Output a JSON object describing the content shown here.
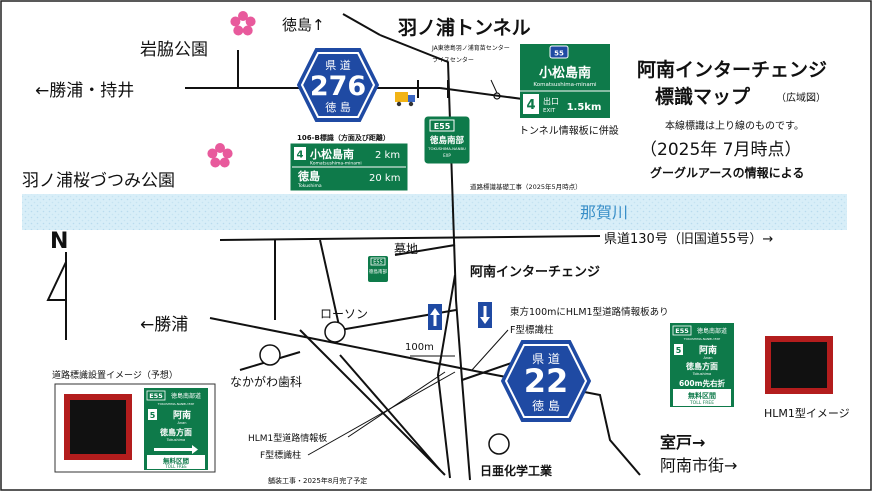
{
  "title": {
    "line1": "阿南インターチェンジ",
    "line2": "標識マップ",
    "line2_small": "（広域図）",
    "note": "本線標識は上り線のものです。",
    "date": "（2025年 7月時点）",
    "source": "グーグルアースの情報による"
  },
  "places": {
    "iwawaki": "岩脇公園",
    "katsuura_mochii": "←勝浦・持井",
    "tokushima_up": "徳島↑",
    "tunnel": "羽ノ浦トンネル",
    "tunnel_center": "JA東徳島羽ノ浦育苗センター",
    "rice_center": "ライスセンター",
    "tunnel_board": "トンネル情報板に併設",
    "sakura_park": "羽ノ浦桜づつみ公園",
    "river": "那賀川",
    "north": "N",
    "pref_road": "県道130号（旧国道55号）→",
    "cemetery": "墓地",
    "ic_name": "阿南インターチェンジ",
    "katsuura": "←勝浦",
    "lawson": "ローソン",
    "east_note": "東方100mにHLM1型道路情報板あり",
    "f_pole": "F型標識柱",
    "dist_100m": "100m",
    "dental": "なかがわ歯科",
    "muroto": "室戸→",
    "anan_city": "阿南市街→",
    "hlm1_board": "HLM1型道路情報板",
    "f_pole2": "F型標識柱",
    "nichia": "日亜化学工業",
    "pavement": "舗装工事・2025年8月完了予定",
    "sign_image_label": "道路標識設置イメージ（予想）",
    "hlm1_image": "HLM1型イメージ",
    "sign_work": "道路標識基礎工事（2025年5月時点）"
  },
  "shield_276": {
    "top": "県 道",
    "num": "276",
    "bottom": "徳 島"
  },
  "shield_22": {
    "top": "県 道",
    "num": "22",
    "bottom": "徳 島"
  },
  "sign_106b": {
    "caption": "106-B標識（方面及び距離）",
    "r1_num": "4",
    "r1_name": "小松島南",
    "r1_roma": "Komatsushima-minami",
    "r1_dist": "2 km",
    "r2_name": "徳島",
    "r2_roma": "Tokushima",
    "r2_dist": "20 km"
  },
  "sign_komatsushima": {
    "route": "55",
    "name": "小松島南",
    "roma": "Komatsushima-minami",
    "exit_num": "4",
    "exit_jp": "出口",
    "exit_en": "EXIT",
    "dist": "1.5km"
  },
  "sign_e55_north": {
    "route": "E55",
    "name": "徳島南部",
    "roma": "TOKUSHIMA-NANBU",
    "exp": "EXP"
  },
  "sign_e55_small": {
    "route": "E55",
    "name": "徳島南部"
  },
  "sign_e55_east": {
    "route": "E55",
    "name": "徳島南部道",
    "sub": "TOKUSHIMA-NANBU EXP",
    "num": "5",
    "dir1": "阿南",
    "dir1_roma": "Anan",
    "dir2": "徳島方面",
    "dir2_roma": "Tokushima",
    "dist": "600m先右折",
    "free": "無料区間",
    "free_en": "TOLL FREE"
  },
  "sign_e55_image": {
    "route": "E55",
    "name": "徳島南部道",
    "sub": "TOKUSHIMA-NANBU EXP",
    "num": "5",
    "dir1": "阿南",
    "dir1_roma": "Anan",
    "dir2": "徳島方面",
    "dir2_roma": "Tokushima",
    "free": "無料区間",
    "free_en": "TOLL FREE"
  },
  "colors": {
    "shield_blue": "#1f4aa3",
    "sign_green": "#0e7a4a",
    "river_blue": "#cfe9f5",
    "road": "#111111",
    "text": "#111111",
    "sakura": "#e85a9c",
    "hlm_red": "#b31d1d"
  }
}
